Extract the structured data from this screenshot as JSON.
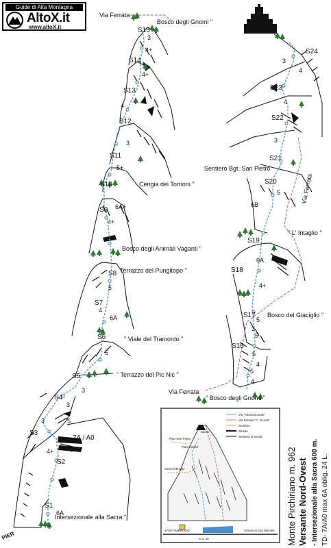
{
  "logo": {
    "top_line": "Guide di Alta Montagna",
    "name": "AltoX.it",
    "url": "www.altoX.it"
  },
  "left_route": {
    "via_ferrata": "Via Ferrata",
    "bosco_gnomi": "Bosco degli Gnomi \"",
    "cengia": "Cengia dei Torrioni \"",
    "bosco_animali": "Bosco degli Animali Vaganti \"",
    "terrazzo_pungitopo": "Terrazzo del Pungitopo \"",
    "viale_tramonto": "\" Viale del Tramonto \"",
    "terrazzo_picnic": "\" Terrazzo del Pic Nic \"",
    "start_label": "Intersezionale alla Sacra \"",
    "pier": "PIER",
    "stations": [
      "S1",
      "S2",
      "S3",
      "S4",
      "S5",
      "S6",
      "S7",
      "S8",
      "S9",
      "S10",
      "S11",
      "S12",
      "S13",
      "S14",
      "S15"
    ],
    "grades": [
      "5",
      "6A",
      "4+",
      "3",
      "5",
      "7A / A0",
      "3",
      "5",
      "3",
      "6A",
      "5",
      "4",
      "4+",
      "6A+",
      "5+",
      "3",
      "4",
      "4+",
      "4+",
      "3"
    ]
  },
  "right_route": {
    "stations": [
      "S16",
      "S17",
      "S18",
      "S19",
      "S20",
      "S21",
      "S22",
      "S23",
      "S24"
    ],
    "sentiero": "Sentiero Bgt. San Pietro",
    "via_ferrata_vertical": "Via Ferrata",
    "intaglio": "\" L' Intaglio \"",
    "bosco_giaciglio": "Bosco del Giaciglio \"",
    "via_ferrata_bottom": "Via Ferrata",
    "bosco_gnomi_bottom": "\" Bosco degli Gnomi \"",
    "grades": [
      "5",
      "4",
      "6B",
      "6A",
      "4+",
      "5",
      "3",
      "4",
      "3",
      "4",
      "5",
      "3",
      "5",
      "5",
      "4"
    ]
  },
  "map": {
    "legend": [
      "Via \"Intersezionale\"",
      "Via Ferrata \"C. Giordà\"",
      "Sentiero",
      "Strada",
      "Sentiero di uscita"
    ],
    "place_labels": [
      "Sacra",
      "Pian Cestlot",
      "Pian San Pietro",
      "Sant'Ambrogio"
    ],
    "road_labels": [
      "SANT'AMBROGIO",
      "S.S. 25",
      "Chiusa di San Michele"
    ]
  },
  "title": {
    "line1": "Monte Pirchiriano  m. 962",
    "line2": "Versante Nord-Ovest",
    "line3": "- Intersezionale alla Sacra  600 m.",
    "line4": "TD-  7A/A0 max  6A oblig.  24 L."
  },
  "colors": {
    "route": "#4a8fc9",
    "ferrata": "#c0507a",
    "tree": "#2f7a2f",
    "rock": "#111111"
  }
}
